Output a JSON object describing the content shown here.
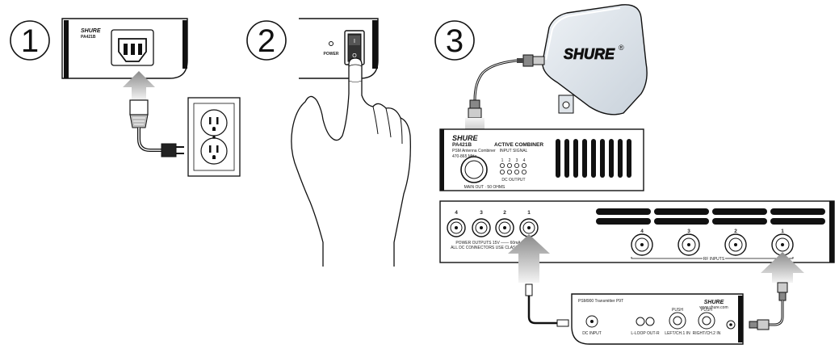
{
  "steps": {
    "one": "1",
    "two": "2",
    "three": "3"
  },
  "step1": {
    "brand": "SHURE",
    "model": "PA421B"
  },
  "step2": {
    "power_label": "POWER",
    "switch_on": "I",
    "switch_off": "O"
  },
  "antenna": {
    "brand": "SHURE",
    "mark": "®"
  },
  "combiner": {
    "brand": "SHURE",
    "model": "PA421B",
    "desc": "PSM Antenna Combiner",
    "freq": "470-865 MHz",
    "active": "ACTIVE COMBINER",
    "input_signal": "INPUT SIGNAL",
    "dc_output": "DC OUTPUT",
    "main_out": "MAIN OUT · 50 OHMS",
    "led_numbers": [
      "1",
      "2",
      "3",
      "4"
    ]
  },
  "rear": {
    "dc_nums": [
      "4",
      "3",
      "2",
      "1"
    ],
    "power_outputs": "POWER OUTPUTS 15V —— 60mA EACH",
    "class_note": "ALL DC CONNECTORS USE CLASS 2 WIRING",
    "rf_nums": [
      "4",
      "3",
      "2",
      "1"
    ],
    "rf_inputs": "RF INPUTS"
  },
  "transmitter": {
    "title": "PSM900 Transmitter  P9T",
    "brand": "SHURE",
    "url": "www.shure.com",
    "dc_input": "DC INPUT",
    "loop_out": "L-LOOP OUT-R",
    "left_in": "LEFT/CH.1 IN",
    "right_in": "RIGHT/CH.2 IN",
    "push": "PUSH"
  }
}
